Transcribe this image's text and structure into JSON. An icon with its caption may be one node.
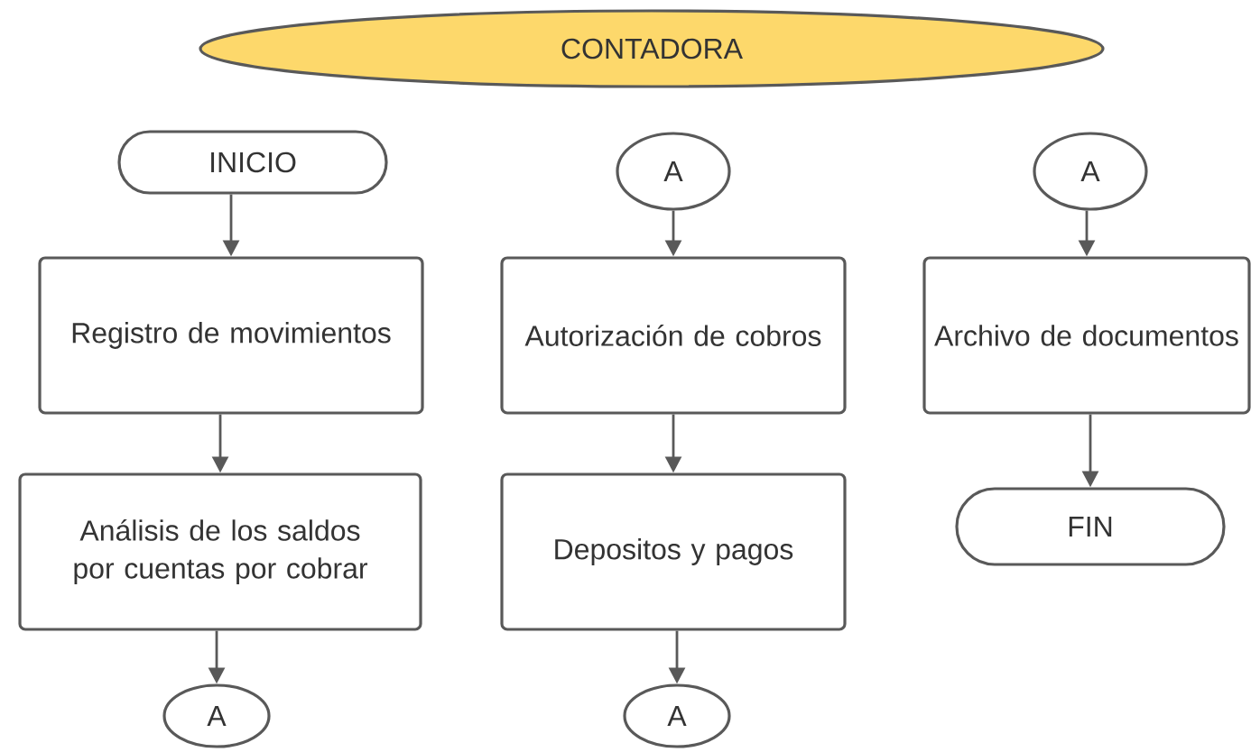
{
  "diagram": {
    "nodes": [
      {
        "text": [
          "CONTADORA"
        ]
      },
      {
        "text": [
          "INICIO"
        ]
      },
      {
        "text": [
          "A"
        ]
      },
      {
        "text": [
          "A"
        ]
      },
      {
        "text": [
          "Registro de movimientos"
        ]
      },
      {
        "text": [
          "Autorización de cobros"
        ]
      },
      {
        "text": [
          "Archivo de documentos"
        ]
      },
      {
        "text": [
          "Análisis de los saldos por cuentas por cobrar"
        ]
      },
      {
        "text": [
          "Depositos y pagos"
        ]
      },
      {
        "text": [
          "FIN"
        ]
      },
      {
        "text": [
          "A"
        ]
      },
      {
        "text": [
          "A"
        ]
      }
    ],
    "edges": [
      {
        "from": 1,
        "to": 4,
        "arrow": "to"
      },
      {
        "from": 4,
        "to": 7,
        "arrow": "to"
      },
      {
        "from": 7,
        "to": 10,
        "arrow": "to"
      },
      {
        "from": 2,
        "to": 5,
        "arrow": "to"
      },
      {
        "from": 5,
        "to": 8,
        "arrow": "to"
      },
      {
        "from": 8,
        "to": 11,
        "arrow": "to"
      },
      {
        "from": 3,
        "to": 6,
        "arrow": "to"
      },
      {
        "from": 6,
        "to": 9,
        "arrow": "to"
      }
    ]
  }
}
